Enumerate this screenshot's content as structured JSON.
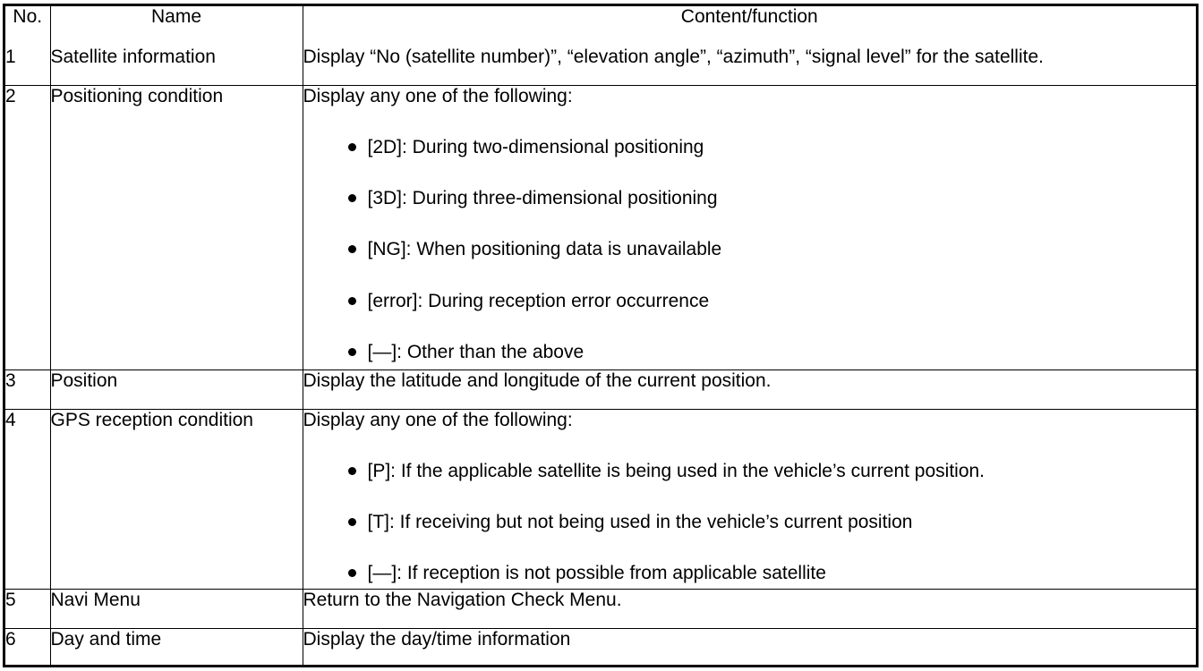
{
  "table": {
    "headers": {
      "no": "No.",
      "name": "Name",
      "content": "Content/function"
    },
    "rows": [
      {
        "no": "1",
        "name": "Satellite information",
        "content_lead": "Display “No (satellite number)”, “elevation angle”, “azimuth”, “signal level” for the satellite.",
        "bullets": []
      },
      {
        "no": "2",
        "name": "Positioning condition",
        "content_lead": "Display any one of the following:",
        "bullets": [
          "[2D]: During two-dimensional positioning",
          "[3D]: During three-dimensional positioning",
          "[NG]: When positioning data is unavailable",
          "[error]: During reception error occurrence",
          "[—]: Other than the above"
        ]
      },
      {
        "no": "3",
        "name": "Position",
        "content_lead": "Display the latitude and longitude of the current position.",
        "bullets": []
      },
      {
        "no": "4",
        "name": "GPS reception condition",
        "content_lead": "Display any one of the following:",
        "bullets": [
          "[P]: If the applicable satellite is being used in the vehicle’s current position.",
          "[T]: If receiving but not being used in the vehicle’s current position",
          "[—]: If reception is not possible from applicable satellite"
        ]
      },
      {
        "no": "5",
        "name": "Navi Menu",
        "content_lead": "Return to the Navigation Check Menu.",
        "bullets": []
      },
      {
        "no": "6",
        "name": "Day and time",
        "content_lead": "Display the day/time information",
        "bullets": []
      }
    ]
  }
}
